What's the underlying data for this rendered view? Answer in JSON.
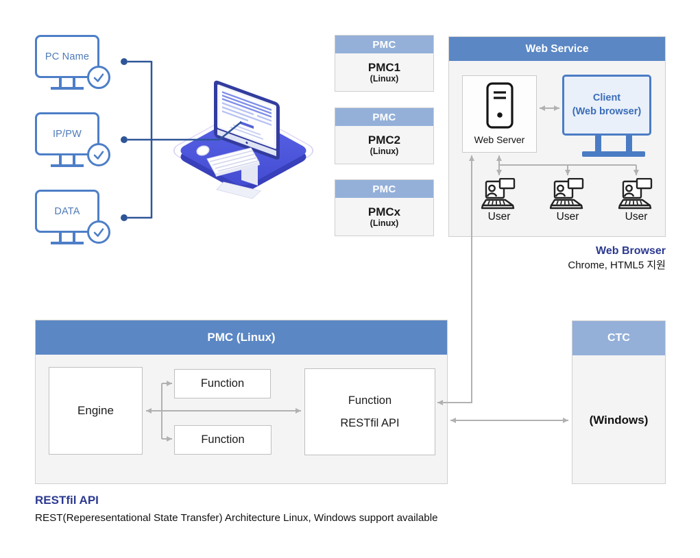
{
  "left_panel": {
    "items": [
      {
        "label": "PC Name"
      },
      {
        "label": "IP/PW"
      },
      {
        "label": "DATA"
      }
    ]
  },
  "pmc_cards": {
    "header_label": "PMC",
    "items": [
      {
        "name": "PMC1",
        "os": "(Linux)"
      },
      {
        "name": "PMC2",
        "os": "(Linux)"
      },
      {
        "name": "PMCx",
        "os": "(Linux)"
      }
    ]
  },
  "web_service": {
    "title": "Web Service",
    "web_server_label": "Web Server",
    "client": {
      "line1": "Client",
      "line2": "(Web browser)"
    },
    "users": [
      {
        "label": "User"
      },
      {
        "label": "User"
      },
      {
        "label": "User"
      }
    ]
  },
  "notes": {
    "web_browser": {
      "title": "Web Browser",
      "subtitle": "Chrome, HTML5 지원"
    },
    "restfil": {
      "title": "RESTfil API",
      "description": "REST(Reperesentational State Transfer) Architecture Linux, Windows support available"
    }
  },
  "pmc_linux": {
    "title": "PMC (Linux)",
    "engine_label": "Engine",
    "function_top_label": "Function",
    "function_bottom_label": "Function",
    "api_box": {
      "line1": "Function",
      "line2": "RESTfil API"
    }
  },
  "ctc": {
    "title": "CTC",
    "body": "(Windows)"
  },
  "icons": {
    "check": "check-icon",
    "server": "server-tower-icon",
    "user": "user-laptop-icon",
    "monitor": "monitor-icon",
    "computer_illustration": "desktop-computer-illustration"
  },
  "colors": {
    "header_blue": "#5b87c4",
    "subheader_blue": "#94b0d9",
    "panel_bg": "#f4f4f5",
    "box_border": "#cfcfcf",
    "arrow_gray": "#b1b1b1",
    "connector_navy": "#2e5597",
    "icon_blue": "#4d7ec7",
    "client_blue": "#4a7cc4",
    "accent_indigo": "#2b3990",
    "illustration_indigo": "#4b54d9"
  }
}
